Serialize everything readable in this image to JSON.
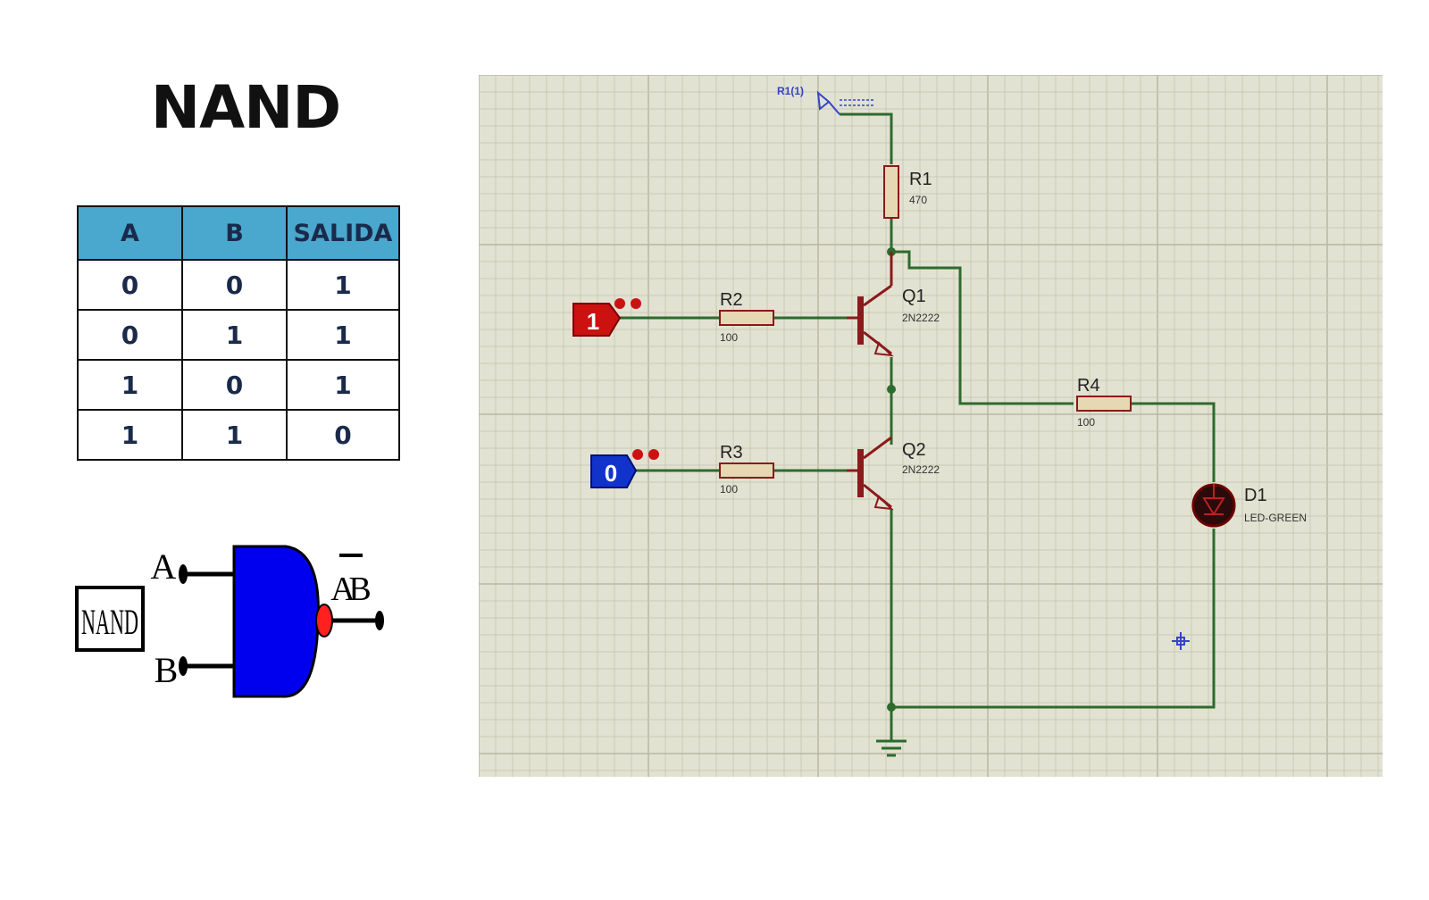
{
  "title": "NAND",
  "truth_table": {
    "headers": [
      "A",
      "B",
      "SALIDA"
    ],
    "rows": [
      [
        "0",
        "0",
        "1"
      ],
      [
        "0",
        "1",
        "1"
      ],
      [
        "1",
        "0",
        "1"
      ],
      [
        "1",
        "1",
        "0"
      ]
    ]
  },
  "gate_symbol": {
    "box_label": "NAND",
    "input_a": "A",
    "input_b": "B",
    "output_a": "A",
    "output_b": "B"
  },
  "schematic": {
    "colors": {
      "background": "#e2e2d2",
      "grid": "#c9c9b6",
      "grid_major": "#b7b7a3",
      "wire": "#2d6b2d",
      "component": "#8b1a1a",
      "resistor_fill": "#e7d8b4",
      "logic_high": "#cc1111",
      "logic_low": "#1133cc",
      "probe": "#3344cc"
    },
    "probe_label": "R1(1)",
    "r1": {
      "name": "R1",
      "value": "470"
    },
    "r2": {
      "name": "R2",
      "value": "100"
    },
    "r3": {
      "name": "R3",
      "value": "100"
    },
    "r4": {
      "name": "R4",
      "value": "100"
    },
    "q1": {
      "name": "Q1",
      "model": "2N2222"
    },
    "q2": {
      "name": "Q2",
      "model": "2N2222"
    },
    "d1": {
      "name": "D1",
      "model": "LED-GREEN"
    },
    "input_high_value": "1",
    "input_low_value": "0"
  }
}
